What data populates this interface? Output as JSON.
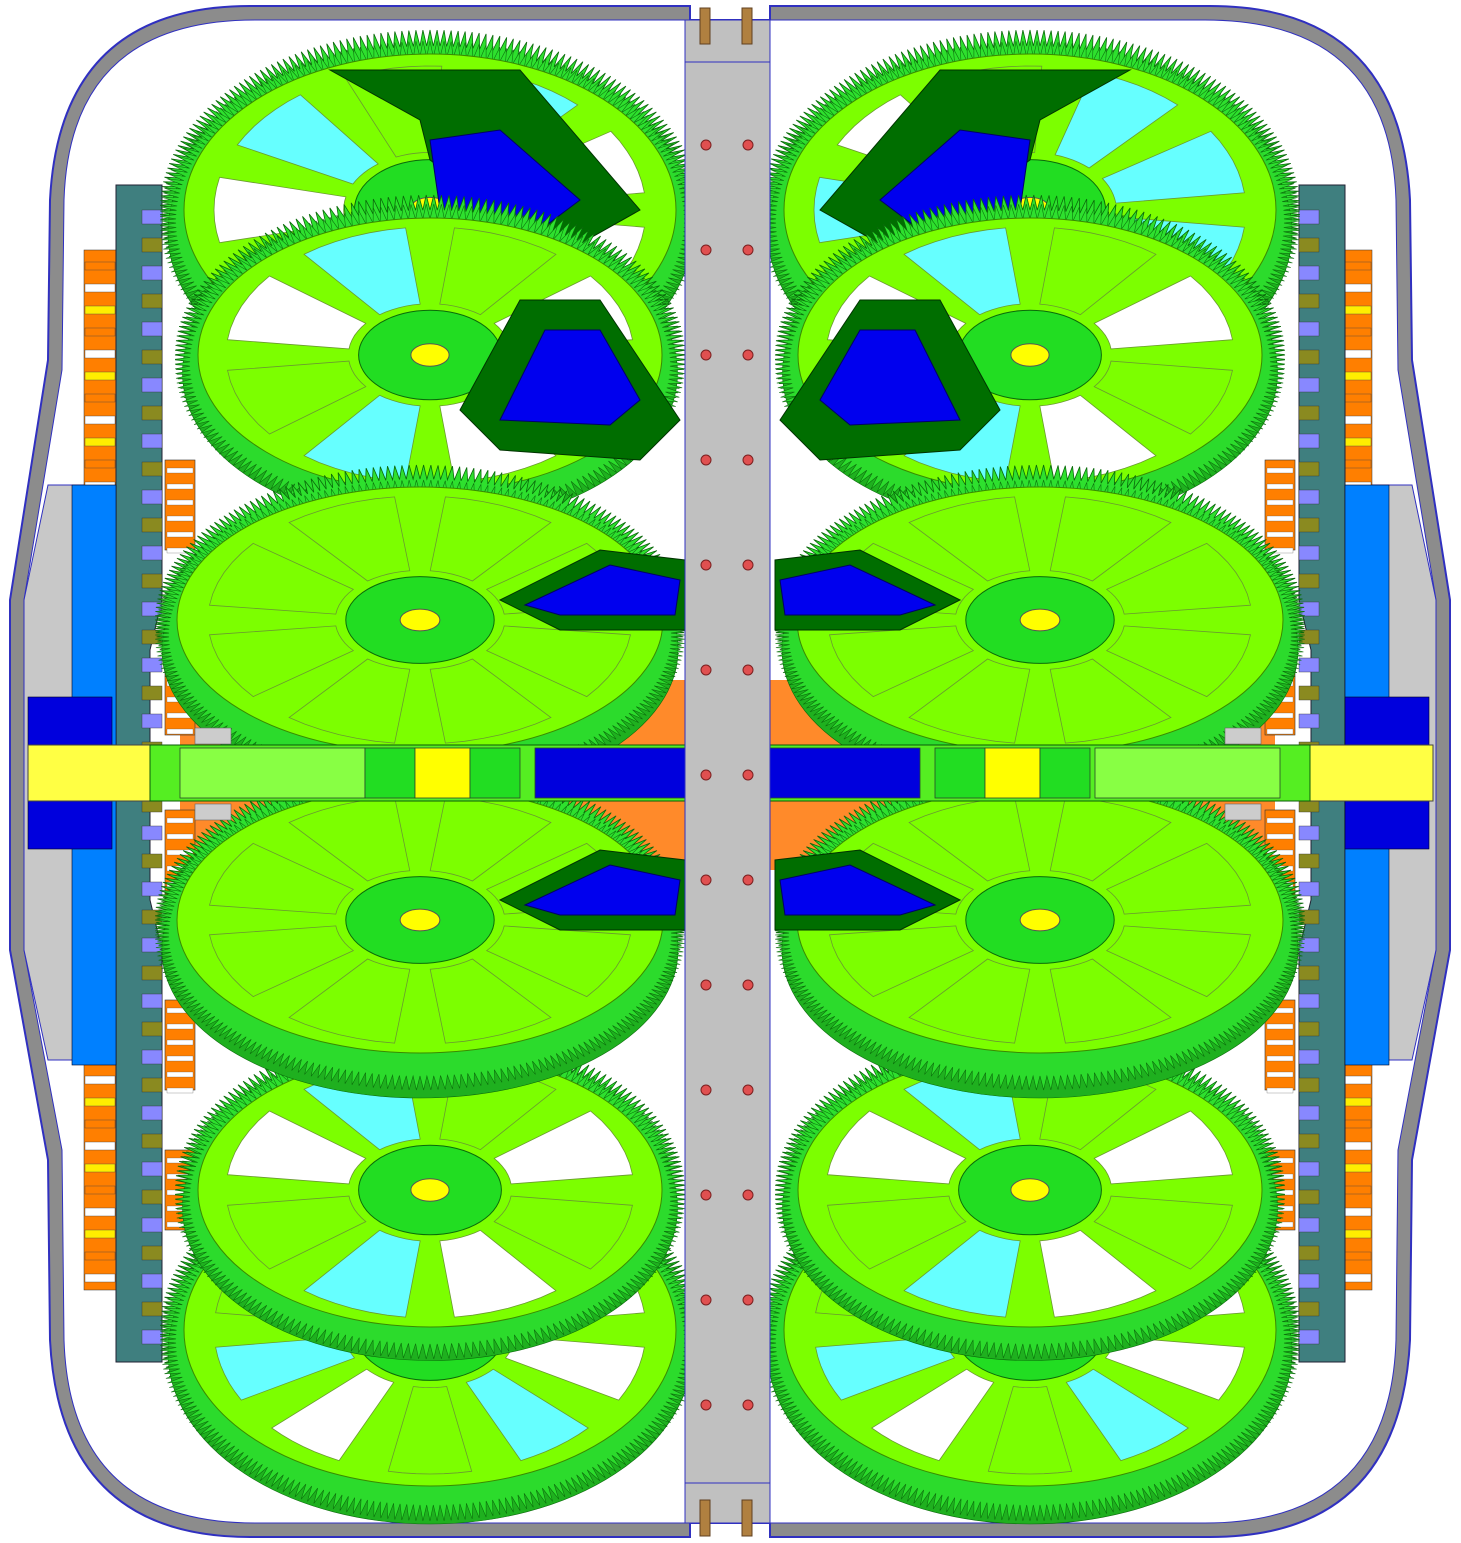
{
  "drawing": {
    "kind": "gearbox-cross-section",
    "symmetry": "mirrored-left-right-and-top-bottom",
    "gear_quadrants": [
      "top-left",
      "top-right",
      "bottom-left",
      "bottom-right"
    ],
    "gears_per_quadrant": 3,
    "bolts_per_column": 13,
    "bolt_columns": 2
  },
  "colors": {
    "background": "#ffffff",
    "housing": "#8c8c8c",
    "housing_edge": "#3030c0",
    "center_plate": "#c0c0c0",
    "gear_teeth": "#2ee02e",
    "gear_teeth_dark": "#1fb01f",
    "gear_web": "#7cff00",
    "gear_hub": "#22dd22",
    "bore": "#ffff00",
    "spoke_dark": "#006e00",
    "window_blue": "#0000ee",
    "window_cyan": "#66ffff",
    "bearing_orange": "#ff7f00",
    "bearing_yellow": "#ffee00",
    "flange_teal": "#3f7f7f",
    "flange_blue": "#0080ff",
    "flange_navy": "#0000dd",
    "shaft_yellow": "#ffff44",
    "cavity_orange": "#ff8a2a",
    "bolt": "#e05050",
    "lavender": "#8888ff"
  }
}
